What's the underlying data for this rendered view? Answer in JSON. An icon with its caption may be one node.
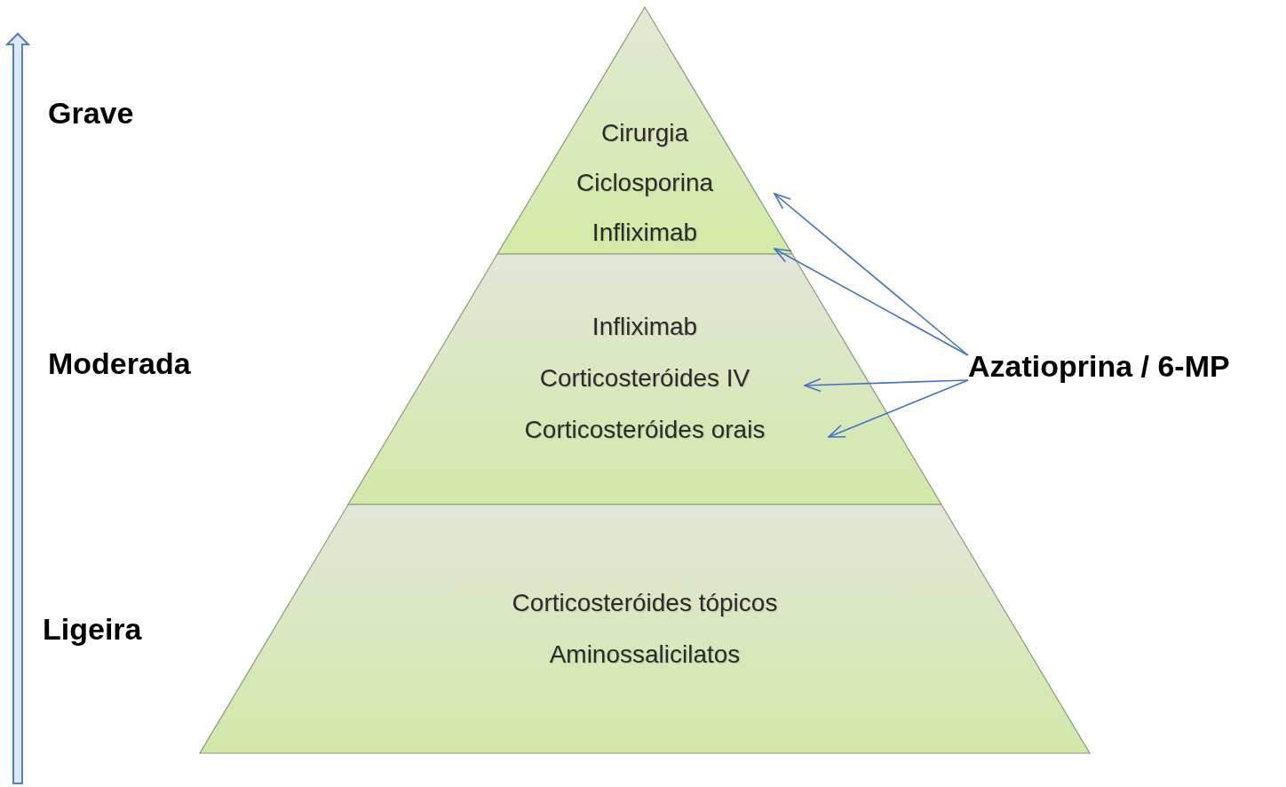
{
  "diagram": {
    "nodes": [
      {
        "text": [],
        "shape": "triangle"
      },
      {
        "text": [],
        "shape": "trapezoid"
      },
      {
        "text": [],
        "shape": "trapezoid"
      },
      {
        "text": [
          "Cirurgia"
        ],
        "in": 0
      },
      {
        "text": [
          "Ciclosporina"
        ],
        "in": 0
      },
      {
        "text": [
          "Infliximab"
        ],
        "in": 0
      },
      {
        "text": [
          "Infliximab"
        ],
        "in": 1
      },
      {
        "text": [
          "Corticosteróides IV"
        ],
        "in": 1
      },
      {
        "text": [
          "Corticosteróides orais"
        ],
        "in": 1
      },
      {
        "text": [
          "Corticosteróides  tópicos"
        ],
        "in": 2
      },
      {
        "text": [
          "Aminossalicilatos"
        ],
        "in": 2
      },
      {
        "text": [
          "Azatioprina / 6-MP"
        ]
      }
    ],
    "edges": [
      {
        "from": 11,
        "to": 4,
        "arrow": "to"
      },
      {
        "from": 11,
        "to": 5,
        "arrow": "to"
      },
      {
        "from": 11,
        "to": 7,
        "arrow": "to"
      },
      {
        "from": 11,
        "to": 8,
        "arrow": "to"
      }
    ],
    "labels": [
      "Grave",
      "Moderada",
      "Ligeira"
    ]
  }
}
